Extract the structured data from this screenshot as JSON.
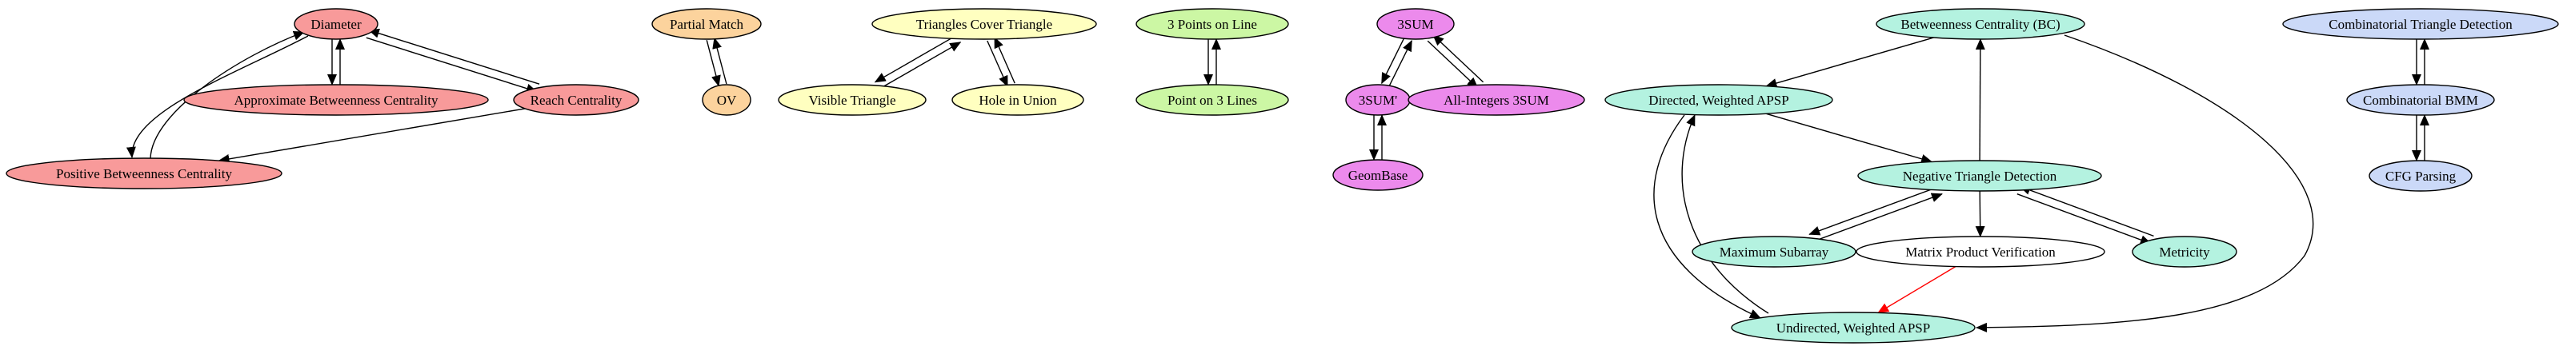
{
  "colors": {
    "red": "#f89a9a",
    "orange": "#fcd39d",
    "yellow": "#ffffc0",
    "green": "#ccf7a4",
    "magenta": "#ec8aec",
    "teal": "#b4f2e0",
    "blue": "#cbd9f8",
    "white": "#ffffff",
    "edge": "#000000",
    "edge_highlight": "#ff0000"
  },
  "nodes": [
    {
      "id": "diameter",
      "label": "Diameter",
      "color": "red"
    },
    {
      "id": "approx_bc",
      "label": "Approximate Betweenness Centrality",
      "color": "red"
    },
    {
      "id": "reach",
      "label": "Reach Centrality",
      "color": "red"
    },
    {
      "id": "pos_bc",
      "label": "Positive Betweenness Centrality",
      "color": "red"
    },
    {
      "id": "partial_match",
      "label": "Partial Match",
      "color": "orange"
    },
    {
      "id": "ov",
      "label": "OV",
      "color": "orange"
    },
    {
      "id": "tri_cover",
      "label": "Triangles Cover Triangle",
      "color": "yellow"
    },
    {
      "id": "visible_tri",
      "label": "Visible Triangle",
      "color": "yellow"
    },
    {
      "id": "hole_union",
      "label": "Hole in Union",
      "color": "yellow"
    },
    {
      "id": "three_pts",
      "label": "3 Points on Line",
      "color": "green"
    },
    {
      "id": "pt_three_lines",
      "label": "Point on 3 Lines",
      "color": "green"
    },
    {
      "id": "threesum",
      "label": "3SUM",
      "color": "magenta"
    },
    {
      "id": "threesum_prime",
      "label": "3SUM'",
      "color": "magenta"
    },
    {
      "id": "all_int",
      "label": "All-Integers 3SUM",
      "color": "magenta"
    },
    {
      "id": "geombase",
      "label": "GeomBase",
      "color": "magenta"
    },
    {
      "id": "bc",
      "label": "Betweenness Centrality (BC)",
      "color": "teal"
    },
    {
      "id": "dir_apsp",
      "label": "Directed, Weighted APSP",
      "color": "teal"
    },
    {
      "id": "neg_tri",
      "label": "Negative Triangle Detection",
      "color": "teal"
    },
    {
      "id": "max_sub",
      "label": "Maximum Subarray",
      "color": "teal"
    },
    {
      "id": "mpv",
      "label": "Matrix Product Verification",
      "color": "white"
    },
    {
      "id": "metricity",
      "label": "Metricity",
      "color": "teal"
    },
    {
      "id": "undir_apsp",
      "label": "Undirected, Weighted APSP",
      "color": "teal"
    },
    {
      "id": "comb_tri",
      "label": "Combinatorial Triangle Detection",
      "color": "blue"
    },
    {
      "id": "comb_bmm",
      "label": "Combinatorial BMM",
      "color": "blue"
    },
    {
      "id": "cfg",
      "label": "CFG Parsing",
      "color": "blue"
    }
  ],
  "edges": [
    {
      "from": "diameter",
      "to": "approx_bc"
    },
    {
      "from": "approx_bc",
      "to": "diameter"
    },
    {
      "from": "diameter",
      "to": "reach"
    },
    {
      "from": "reach",
      "to": "diameter"
    },
    {
      "from": "diameter",
      "to": "pos_bc"
    },
    {
      "from": "pos_bc",
      "to": "diameter"
    },
    {
      "from": "reach",
      "to": "pos_bc"
    },
    {
      "from": "partial_match",
      "to": "ov"
    },
    {
      "from": "ov",
      "to": "partial_match"
    },
    {
      "from": "tri_cover",
      "to": "visible_tri"
    },
    {
      "from": "visible_tri",
      "to": "tri_cover"
    },
    {
      "from": "tri_cover",
      "to": "hole_union"
    },
    {
      "from": "hole_union",
      "to": "tri_cover"
    },
    {
      "from": "three_pts",
      "to": "pt_three_lines"
    },
    {
      "from": "pt_three_lines",
      "to": "three_pts"
    },
    {
      "from": "threesum",
      "to": "threesum_prime"
    },
    {
      "from": "threesum_prime",
      "to": "threesum"
    },
    {
      "from": "threesum",
      "to": "all_int"
    },
    {
      "from": "all_int",
      "to": "threesum"
    },
    {
      "from": "threesum_prime",
      "to": "geombase"
    },
    {
      "from": "geombase",
      "to": "threesum_prime"
    },
    {
      "from": "bc",
      "to": "dir_apsp"
    },
    {
      "from": "neg_tri",
      "to": "bc"
    },
    {
      "from": "bc",
      "to": "undir_apsp"
    },
    {
      "from": "dir_apsp",
      "to": "neg_tri"
    },
    {
      "from": "dir_apsp",
      "to": "undir_apsp"
    },
    {
      "from": "undir_apsp",
      "to": "dir_apsp"
    },
    {
      "from": "neg_tri",
      "to": "max_sub"
    },
    {
      "from": "max_sub",
      "to": "neg_tri"
    },
    {
      "from": "neg_tri",
      "to": "mpv"
    },
    {
      "from": "neg_tri",
      "to": "metricity"
    },
    {
      "from": "metricity",
      "to": "neg_tri"
    },
    {
      "from": "mpv",
      "to": "undir_apsp",
      "highlight": true
    },
    {
      "from": "comb_tri",
      "to": "comb_bmm"
    },
    {
      "from": "comb_bmm",
      "to": "comb_tri"
    },
    {
      "from": "comb_bmm",
      "to": "cfg"
    },
    {
      "from": "cfg",
      "to": "comb_bmm"
    }
  ]
}
